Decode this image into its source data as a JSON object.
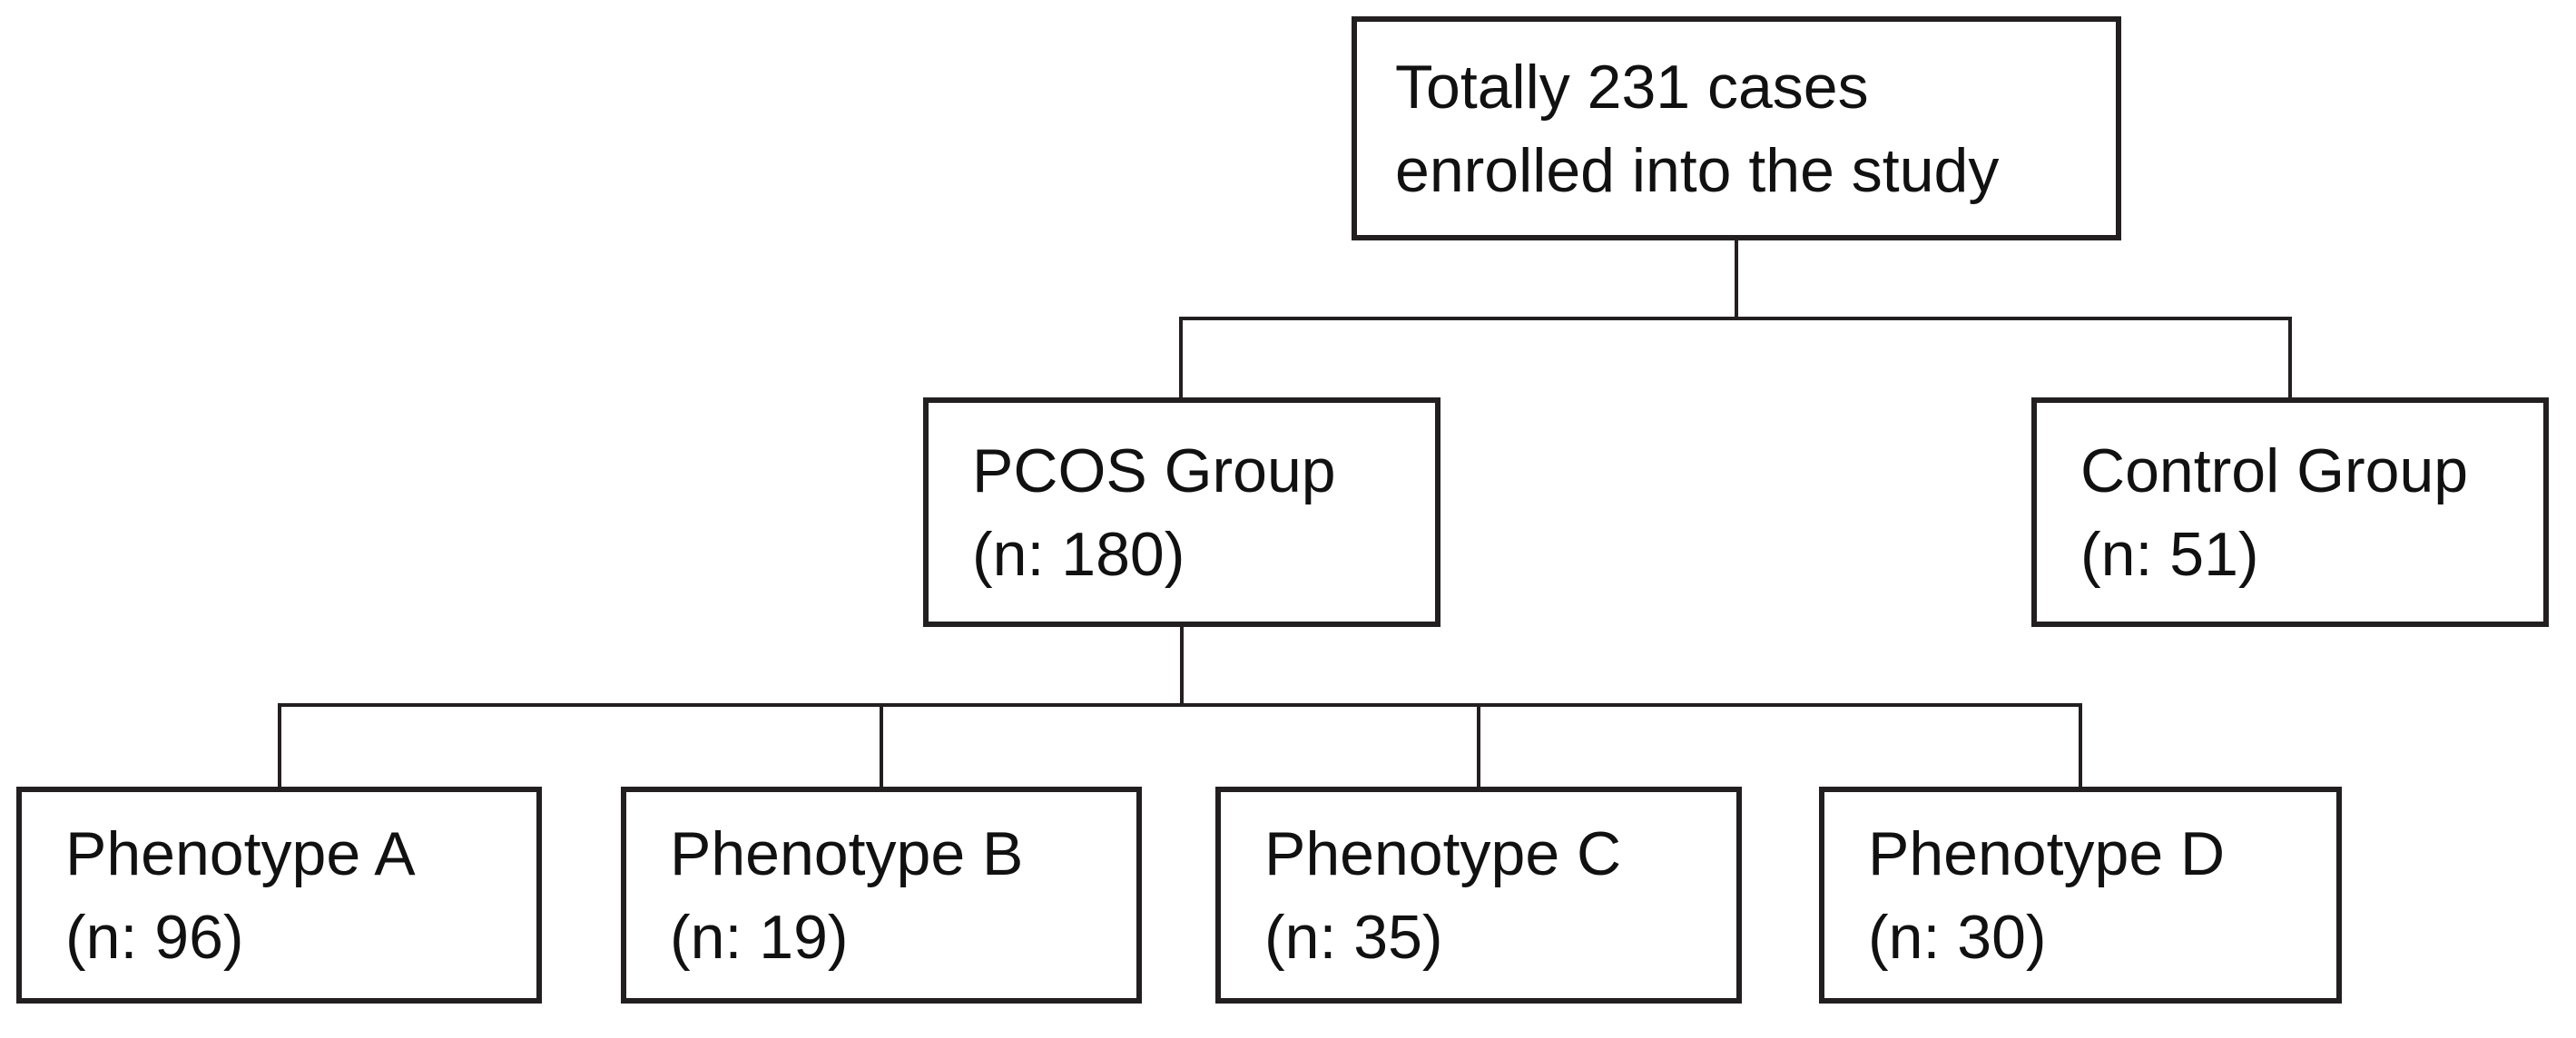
{
  "figure": {
    "background": "#ffffff",
    "border_color": "#231f20",
    "text_color": "#111111",
    "root": {
      "line1": "Totally 231 cases",
      "line2": "enrolled into the study",
      "n": 231
    },
    "groups": [
      {
        "name": "PCOS Group",
        "n_label": "(n: 180)",
        "n": 180
      },
      {
        "name": "Control Group",
        "n_label": "(n: 51)",
        "n": 51
      }
    ],
    "phenotypes": [
      {
        "name": "Phenotype A",
        "n_label": "(n: 96)",
        "n": 96
      },
      {
        "name": "Phenotype B",
        "n_label": "(n: 19)",
        "n": 19
      },
      {
        "name": "Phenotype C",
        "n_label": "(n: 35)",
        "n": 35
      },
      {
        "name": "Phenotype D",
        "n_label": "(n: 30)",
        "n": 30
      }
    ]
  }
}
